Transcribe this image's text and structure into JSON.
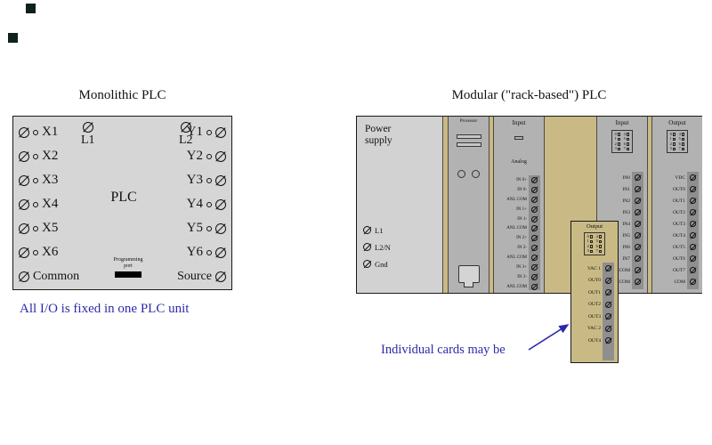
{
  "icons": {
    "screw_terminal": "circled-slash",
    "indicator_lamp": "small-circle"
  },
  "colors": {
    "caption_blue": "#2b2baa",
    "module_gray": "#b2b2b2",
    "power_supply_gray": "#d2d2d2",
    "slot_tan": "#c9ba85",
    "terminal_strip_gray": "#8f8f8f",
    "monolithic_body_gray": "#d6d6d6"
  },
  "monolithic": {
    "title": "Monolithic PLC",
    "plc_label": "PLC",
    "top_terminals": [
      "L1",
      "L2"
    ],
    "input_labels": [
      "X1",
      "X2",
      "X3",
      "X4",
      "X5",
      "X6"
    ],
    "common_label": "Common",
    "output_labels": [
      "Y1",
      "Y2",
      "Y3",
      "Y4",
      "Y5",
      "Y6"
    ],
    "source_label": "Source",
    "programming_port_label": "Programming port",
    "caption": "All I/O is fixed in one PLC unit"
  },
  "modular": {
    "title": "Modular (\"rack-based\") PLC",
    "power_supply": {
      "label": "Power supply",
      "terminals": [
        "L1",
        "L2/N",
        "Gnd"
      ]
    },
    "processor": {
      "label": "Processor"
    },
    "analog_input": {
      "label": "Input",
      "sublabel": "Analog",
      "terminals": [
        "IN 0+",
        "IN 0-",
        "ANL COM",
        "IN 1+",
        "IN 1-",
        "ANL COM",
        "IN 2+",
        "IN 2-",
        "ANL COM",
        "IN 3+",
        "IN 3-",
        "ANL COM"
      ]
    },
    "discrete_input": {
      "label": "Input",
      "led_digits": [
        "0",
        "1",
        "2",
        "3",
        "4",
        "5",
        "6",
        "7"
      ],
      "terminals": [
        "IN0",
        "IN1",
        "IN2",
        "IN3",
        "IN4",
        "IN5",
        "IN6",
        "IN7",
        "COM",
        "COM"
      ]
    },
    "output_module": {
      "label": "Output",
      "led_digits": [
        "0",
        "1",
        "2",
        "3",
        "4",
        "5",
        "6",
        "7"
      ],
      "terminals": [
        "VDC",
        "OUT0",
        "OUT1",
        "OUT2",
        "OUT3",
        "OUT4",
        "OUT5",
        "OUT6",
        "OUT7",
        "COM"
      ]
    },
    "removed_card": {
      "label": "Output",
      "led_digits": [
        "0",
        "1",
        "2",
        "3",
        "4",
        "5",
        "6",
        "7"
      ],
      "terminals": [
        "VAC 1",
        "OUT0",
        "OUT1",
        "OUT2",
        "OUT3",
        "VAC 2",
        "OUT4"
      ]
    },
    "caption": "Individual cards may be"
  }
}
